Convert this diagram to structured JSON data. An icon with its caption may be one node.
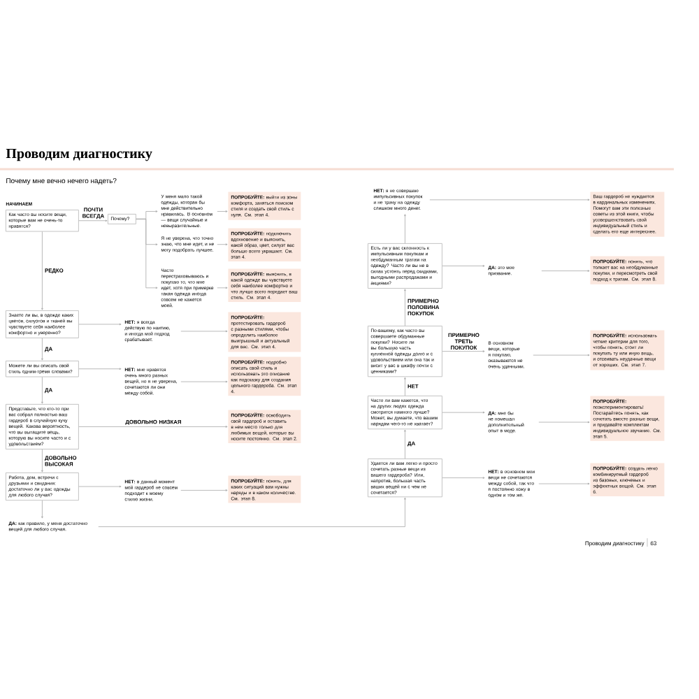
{
  "diagram": {
    "title": "Проводим диагностику",
    "nodes": [
      {
        "text": [
          "Как часто вы носите вещи, которые вам не очень-то нравятся?"
        ]
      },
      {
        "text": [
          "Почему?"
        ]
      },
      {
        "text": [
          "У меня мало такой одежды, которая бы мне действительно нравилась. В основном — вещи случайные и невыразительные."
        ]
      },
      {
        "text": [
          "Я не уверена, что точно знаю, что мне идет, и не могу подобрать лучшее."
        ]
      },
      {
        "text": [
          "Часто перестраховываюсь и покупаю то, что мне идет, хотя при примерке такая одежда иногда совсем не кажется моей."
        ]
      },
      {
        "text": [
          "**ПОПРОБУЙТЕ:** выйти из зоны комфорта, заняться поиском стиля и создать свой стиль с нуля. См. этап 4."
        ]
      },
      {
        "text": [
          "**ПОПРОБУЙТЕ:** подключить вдохновение и выяснить, какой образ, цвет, силуэт вас больше всего украшает. См. этап 4."
        ]
      },
      {
        "text": [
          "**ПОПРОБУЙТЕ:** выяснить, в какой одежде вы чувствуете себя наиболее комфортно и что лучше всего передает ваш стиль. См. этап 4."
        ]
      },
      {
        "text": [
          "**НЕТ:** я не совершаю импульсивных покупок и не трачу на одежду слишком много денег."
        ]
      },
      {
        "text": [
          "Ваш гардероб не нуждается в кардинальных изменениях. Помогут вам эти полезные советы из этой книги, чтобы усовершенствовать свой индивидуальный стиль и сделать его еще интереснее."
        ]
      },
      {
        "text": [
          "Есть ли у вас склонность к импульсивным покупкам и необдуманным тратам на одежду? Часто ли вы не в силах устоять перед скидками, выгодными распродажами и акциями?"
        ]
      },
      {
        "text": [
          "**ДА:** это мое призвание."
        ]
      },
      {
        "text": [
          "**ПОПРОБУЙТЕ:** понять, что толкает вас на необдуманные покупки, и пересмотреть свой подход к тратам. См. этап 8."
        ]
      },
      {
        "text": [
          "Знаете ли вы, в одежде каких цветов, силуэтов и тканей вы чувствуете себя наиболее комфортно и уверенно?"
        ]
      },
      {
        "text": [
          "**НЕТ:** я всегда действую по наитию, и иногда мой подход срабатывает."
        ]
      },
      {
        "text": [
          "**ПОПРОБУЙТЕ:** протестировать гардероб с разными стилями, чтобы определить наиболее выигрышный и актуальный для вас. См. этап 4."
        ]
      },
      {
        "text": [
          "По-вашему, как часто вы совершаете обдуманные покупки? Носите ли вы большую часть купленной одежды долго и с удовольствием или она так и висит у вас в шкафу почти с ценниками?"
        ]
      },
      {
        "text": [
          "В основном вещи, которые я покупаю, оказываются не очень удачными."
        ]
      },
      {
        "text": [
          "**ПОПРОБУЙТЕ:** использовать четкие критерии для того, чтобы понять, стоит ли покупать ту или иную вещь, и отсеивать неудачные вещи от хороших. См. этап 7."
        ]
      },
      {
        "text": [
          "Можете ли вы описать свой стиль одним-тремя словами?"
        ]
      },
      {
        "text": [
          "**НЕТ:** мне нравятся очень много разных вещей, но я не уверена, сочетаются ли они между собой."
        ]
      },
      {
        "text": [
          "**ПОПРОБУЙТЕ:** подробно описать свой стиль и использовать это описание как подсказку для создания цельного гардероба. См. этап 4."
        ]
      },
      {
        "text": [
          "Часто ли вам кажется, что на других людях одежда смотрится намного лучше? Может, вы думаете, что вашим нарядам чего-то не хватает?"
        ]
      },
      {
        "text": [
          "**ДА:** мне бы не помешал дополнительный опыт в моде."
        ]
      },
      {
        "text": [
          "**ПОПРОБУЙТЕ:** поэкспериментировать! Постарайтесь понять, как сочетать вместе разные вещи, и придавайте комплектам индивидуальное звучание. См. этап 5."
        ]
      },
      {
        "text": [
          "Представьте, что кто-то при вас собрал полностью ваш гардероб в случайную кучу вещей. Какова вероятность, что вы вытащите вещь, которую вы носите часто и с удовольствием?"
        ]
      },
      {
        "text": [
          "**ПОПРОБУЙТЕ:** освободить свой гардероб и оставить в нем место только для любимых вещей, которые вы носите постоянно. См. этап 2."
        ]
      },
      {
        "text": [
          "Работа, дом, встречи с друзьями и свидания: достаточно ли у вас одежды для любого случая?"
        ]
      },
      {
        "text": [
          "**НЕТ:** в данный момент мой гардероб не совсем подходит к моему стилю жизни."
        ]
      },
      {
        "text": [
          "**ПОПРОБУЙТЕ:** понять, для каких ситуаций вам нужны наряды и в каком количестве. См. этап 8."
        ]
      },
      {
        "text": [
          "Удается ли вам легко и просто сочетать разные вещи из вашего гардероба? Или, напротив, большая часть ваших вещей ни с чем не сочетается?"
        ]
      },
      {
        "text": [
          "**НЕТ:** в основном мои вещи не сочетаются между собой, так что я постоянно хожу в одном и том же."
        ]
      },
      {
        "text": [
          "**ПОПРОБУЙТЕ:** создать легко комбинируемый гардероб из базовых, ключевых и эффектных вещей. См. этап 6."
        ]
      },
      {
        "text": [
          "**ДА:** как правило, у меня достаточно вещей для любого случая."
        ]
      }
    ],
    "edges": [
      {
        "from": 0,
        "to": 1,
        "arrow": "to",
        "label": "ПОЧТИ ВСЕГДА"
      },
      {
        "from": 1,
        "to": 2,
        "arrow": "to"
      },
      {
        "from": 1,
        "to": 3,
        "arrow": "to"
      },
      {
        "from": 1,
        "to": 4,
        "arrow": "to"
      },
      {
        "from": 2,
        "to": 5,
        "arrow": "to"
      },
      {
        "from": 3,
        "to": 6,
        "arrow": "to"
      },
      {
        "from": 4,
        "to": 7,
        "arrow": "to"
      },
      {
        "from": 0,
        "to": 13,
        "arrow": "to",
        "label": "РЕДКО"
      },
      {
        "from": 13,
        "to": 14,
        "arrow": "to"
      },
      {
        "from": 14,
        "to": 15,
        "arrow": "to"
      },
      {
        "from": 13,
        "to": 19,
        "arrow": "to",
        "label": "ДА"
      },
      {
        "from": 19,
        "to": 20,
        "arrow": "to"
      },
      {
        "from": 20,
        "to": 21,
        "arrow": "to"
      },
      {
        "from": 19,
        "to": 25,
        "arrow": "to",
        "label": "ДА"
      },
      {
        "from": 25,
        "to": 26,
        "arrow": "to",
        "label": "ДОВОЛЬНО НИЗКАЯ"
      },
      {
        "from": 25,
        "to": 27,
        "arrow": "to",
        "label": "ДОВОЛЬНО ВЫСОКАЯ"
      },
      {
        "from": 27,
        "to": 28,
        "arrow": "to"
      },
      {
        "from": 28,
        "to": 29,
        "arrow": "to"
      },
      {
        "from": 27,
        "to": 33,
        "arrow": "to"
      },
      {
        "from": 33,
        "to": 30,
        "arrow": "to"
      },
      {
        "from": 30,
        "to": 22,
        "arrow": "to",
        "label": "ДА"
      },
      {
        "from": 22,
        "to": 16,
        "arrow": "to",
        "label": "НЕТ"
      },
      {
        "from": 16,
        "to": 10,
        "arrow": "to",
        "label": "ПРИМЕРНО ПОЛОВИНА ПОКУПОК"
      },
      {
        "from": 10,
        "to": 8,
        "arrow": "to"
      },
      {
        "from": 8,
        "to": 9,
        "arrow": "to"
      },
      {
        "from": 10,
        "to": 11,
        "arrow": "to"
      },
      {
        "from": 11,
        "to": 12,
        "arrow": "to"
      },
      {
        "from": 16,
        "to": 17,
        "arrow": "to",
        "label": "ПРИМЕРНО ТРЕТЬ ПОКУПОК"
      },
      {
        "from": 17,
        "to": 18,
        "arrow": "to"
      },
      {
        "from": 22,
        "to": 23,
        "arrow": "to"
      },
      {
        "from": 23,
        "to": 24,
        "arrow": "to"
      },
      {
        "from": 30,
        "to": 31,
        "arrow": "to"
      },
      {
        "from": 31,
        "to": 32,
        "arrow": "to"
      }
    ],
    "labels": [
      "Почему мне вечно нечего надеть?",
      "НАЧИНАЕМ",
      "Проводим диагностику",
      "63"
    ]
  }
}
